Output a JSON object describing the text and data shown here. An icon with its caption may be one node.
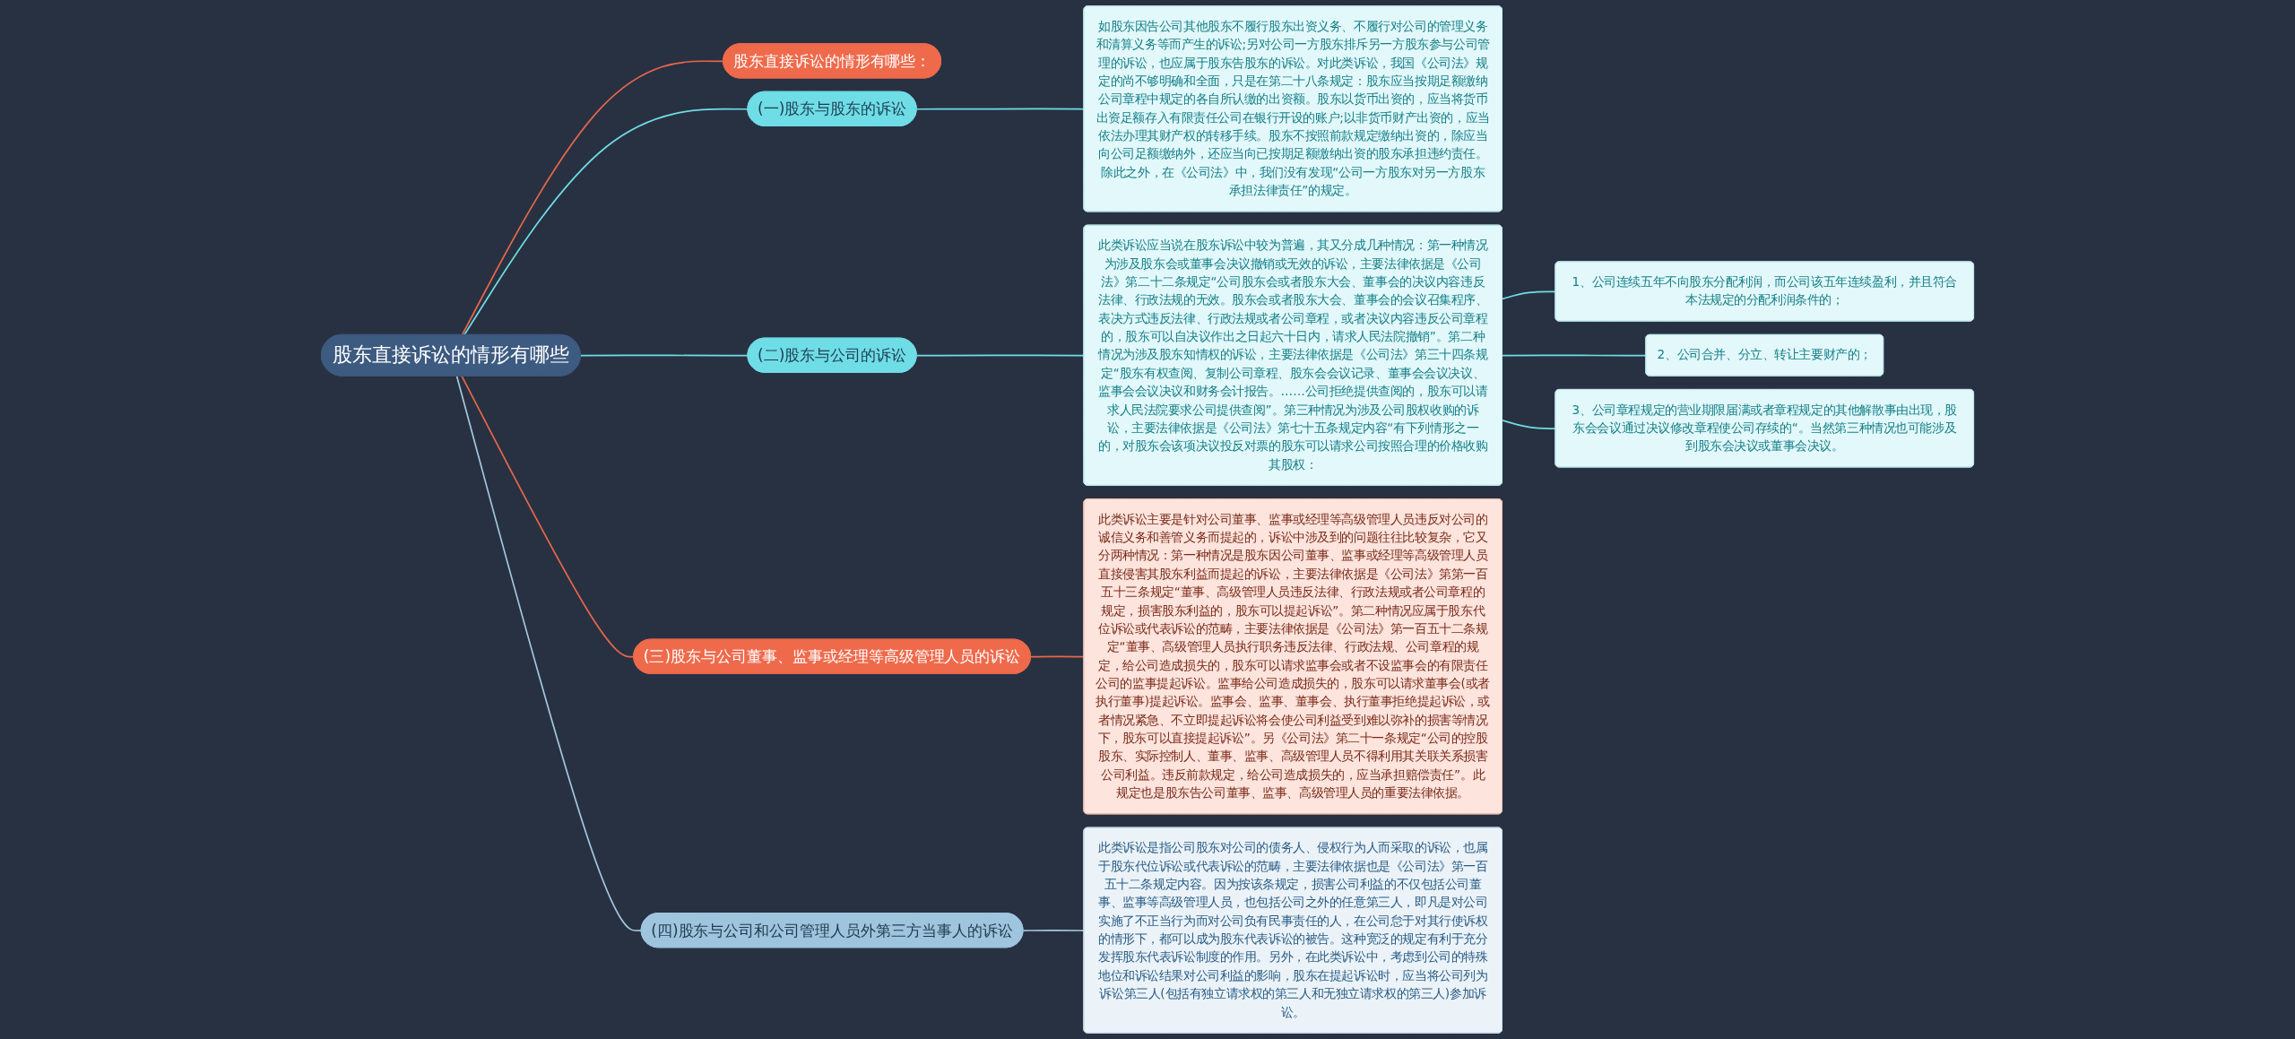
{
  "diagram": {
    "nodes": [
      {
        "text": [
          "股东直接诉讼的情形有哪些"
        ]
      },
      {
        "text": [
          "股东直接诉讼的情形有哪些："
        ]
      },
      {
        "text": [
          "(一)股东与股东的诉讼"
        ]
      },
      {
        "text": [
          "如股东因告公司其他股东不履行股东出资义务、不履行对公司的管理义务和清算义务等而产生的诉讼;另对公司一方股东排斥另一方股东参与公司管理的诉讼，也应属于股东告股东的诉讼。对此类诉讼，我国《公司法》规定的尚不够明确和全面，只是在第二十八条规定：股东应当按期足额缴纳公司章程中规定的各自所认缴的出资额。股东以货币出资的，应当将货币出资足额存入有限责任公司在银行开设的账户;以非货币财产出资的，应当依法办理其财产权的转移手续。股东不按照前款规定缴纳出资的，除应当向公司足额缴纳外，还应当向已按期足额缴纳出资的股东承担违约责任。除此之外，在《公司法》中，我们没有发现“公司一方股东对另一方股东承担法律责任”的规定。"
        ]
      },
      {
        "text": [
          "(二)股东与公司的诉讼"
        ]
      },
      {
        "text": [
          "此类诉讼应当说在股东诉讼中较为普遍，其又分成几种情况：第一种情况为涉及股东会或董事会决议撤销或无效的诉讼，主要法律依据是《公司法》第二十二条规定“公司股东会或者股东大会、董事会的决议内容违反法律、行政法规的无效。股东会或者股东大会、董事会的会议召集程序、表决方式违反法律、行政法规或者公司章程，或者决议内容违反公司章程的，股东可以自决议作出之日起六十日内，请求人民法院撤销”。第二种情况为涉及股东知情权的诉讼，主要法律依据是《公司法》第三十四条规定“股东有权查阅、复制公司章程、股东会会议记录、董事会会议决议、监事会会议决议和财务会计报告。……公司拒绝提供查阅的，股东可以请求人民法院要求公司提供查阅”。第三种情况为涉及公司股权收购的诉讼，主要法律依据是《公司法》第七十五条规定内容“有下列情形之一的，对股东会该项决议投反对票的股东可以请求公司按照合理的价格收购其股权："
        ]
      },
      {
        "text": [
          "1、公司连续五年不向股东分配利润，而公司该五年连续盈利，并且符合本法规定的分配利润条件的；"
        ]
      },
      {
        "text": [
          "2、公司合并、分立、转让主要财产的；"
        ]
      },
      {
        "text": [
          "3、公司章程规定的营业期限届满或者章程规定的其他解散事由出现，股东会会议通过决议修改章程使公司存续的“。当然第三种情况也可能涉及到股东会决议或董事会决议。"
        ]
      },
      {
        "text": [
          "(三)股东与公司董事、监事或经理等高级管理人员的诉讼"
        ]
      },
      {
        "text": [
          "此类诉讼主要是针对公司董事、监事或经理等高级管理人员违反对公司的诚信义务和善管义务而提起的，诉讼中涉及到的问题往往比较复杂，它又分两种情况：第一种情况是股东因公司董事、监事或经理等高级管理人员直接侵害其股东利益而提起的诉讼，主要法律依据是《公司法》第第一百五十三条规定“董事、高级管理人员违反法律、行政法规或者公司章程的规定，损害股东利益的，股东可以提起诉讼”。第二种情况应属于股东代位诉讼或代表诉讼的范畴，主要法律依据是《公司法》第一百五十二条规定“董事、高级管理人员执行职务违反法律、行政法规、公司章程的规定，给公司造成损失的，股东可以请求监事会或者不设监事会的有限责任公司的监事提起诉讼。监事给公司造成损失的，股东可以请求董事会(或者执行董事)提起诉讼。监事会、监事、董事会、执行董事拒绝提起诉讼，或者情况紧急、不立即提起诉讼将会使公司利益受到难以弥补的损害等情况下，股东可以直接提起诉讼”。另《公司法》第二十一条规定“公司的控股股东、实际控制人、董事、监事、高级管理人员不得利用其关联关系损害公司利益。违反前款规定，给公司造成损失的，应当承担赔偿责任”。此规定也是股东告公司董事、监事、高级管理人员的重要法律依据。"
        ]
      },
      {
        "text": [
          "(四)股东与公司和公司管理人员外第三方当事人的诉讼"
        ]
      },
      {
        "text": [
          "此类诉讼是指公司股东对公司的债务人、侵权行为人而采取的诉讼，也属于股东代位诉讼或代表诉讼的范畴，主要法律依据也是《公司法》第一百五十二条规定内容。因为按该条规定，损害公司利益的不仅包括公司董事、监事等高级管理人员，也包括公司之外的任意第三人，即凡是对公司实施了不正当行为而对公司负有民事责任的人，在公司怠于对其行使诉权的情形下，都可以成为股东代表诉讼的被告。这种宽泛的规定有利于充分发挥股东代表诉讼制度的作用。另外，在此类诉讼中，考虑到公司的特殊地位和诉讼结果对公司利益的影响，股东在提起诉讼时，应当将公司列为诉讼第三人(包括有独立请求权的第三人和无独立请求权的第三人)参加诉讼。"
        ]
      }
    ],
    "edges": [
      {
        "from": 0,
        "to": 1,
        "arrow": "none",
        "color": "#e8674a"
      },
      {
        "from": 0,
        "to": 2,
        "arrow": "none"
      },
      {
        "from": 2,
        "to": 3,
        "arrow": "none"
      },
      {
        "from": 0,
        "to": 4,
        "arrow": "none"
      },
      {
        "from": 4,
        "to": 5,
        "arrow": "none"
      },
      {
        "from": 5,
        "to": 6,
        "arrow": "none"
      },
      {
        "from": 5,
        "to": 7,
        "arrow": "none"
      },
      {
        "from": 5,
        "to": 8,
        "arrow": "none"
      },
      {
        "from": 0,
        "to": 9,
        "arrow": "none",
        "color": "#e8674a"
      },
      {
        "from": 9,
        "to": 10,
        "arrow": "none",
        "color": "#e8674a"
      },
      {
        "from": 0,
        "to": 11,
        "arrow": "none",
        "color": "#a3c8e0"
      },
      {
        "from": 11,
        "to": 12,
        "arrow": "none",
        "color": "#a3c8e0"
      }
    ]
  }
}
